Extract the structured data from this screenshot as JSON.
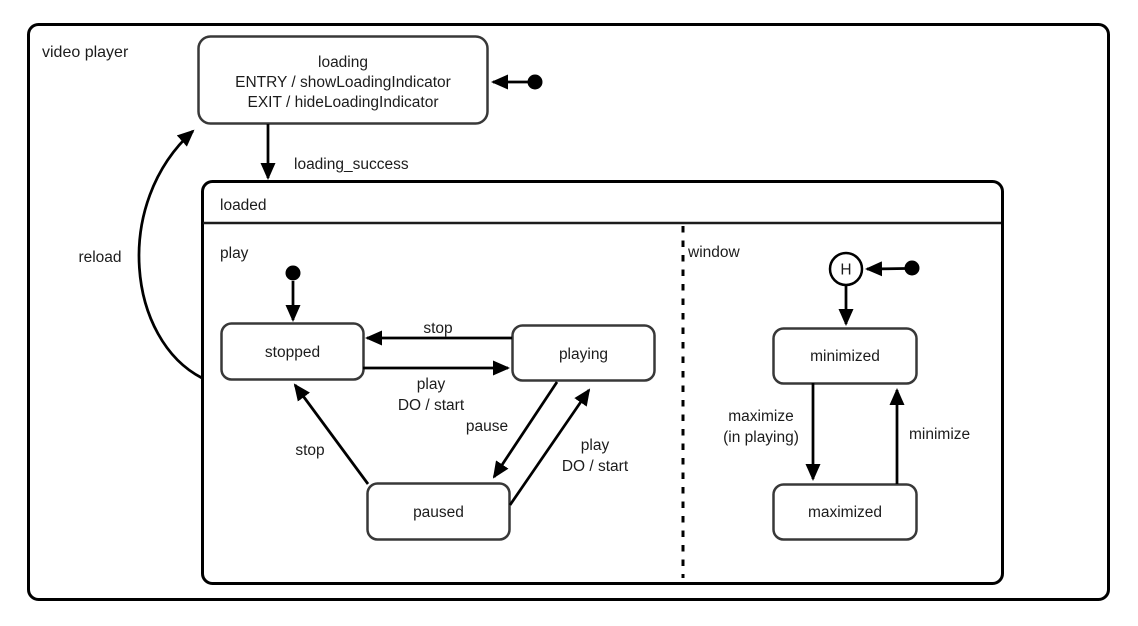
{
  "diagram": {
    "title": "video player",
    "loading": {
      "title": "loading",
      "entry": "ENTRY / showLoadingIndicator",
      "exit": "EXIT / hideLoadingIndicator"
    },
    "loaded": {
      "title": "loaded",
      "play_region": {
        "title": "play",
        "states": {
          "stopped": "stopped",
          "playing": "playing",
          "paused": "paused"
        },
        "transitions": {
          "stop_playing_to_stopped": "stop",
          "play_event": "play",
          "play_action": "DO / start",
          "pause": "pause",
          "resume_event": "play",
          "resume_action": "DO / start",
          "stop_paused_to_stopped": "stop"
        }
      },
      "window_region": {
        "title": "window",
        "history": "H",
        "states": {
          "minimized": "minimized",
          "maximized": "maximized"
        },
        "transitions": {
          "maximize_event": "maximize",
          "maximize_guard": "(in playing)",
          "minimize": "minimize"
        }
      }
    },
    "transitions": {
      "loading_success": "loading_success",
      "reload": "reload"
    }
  }
}
